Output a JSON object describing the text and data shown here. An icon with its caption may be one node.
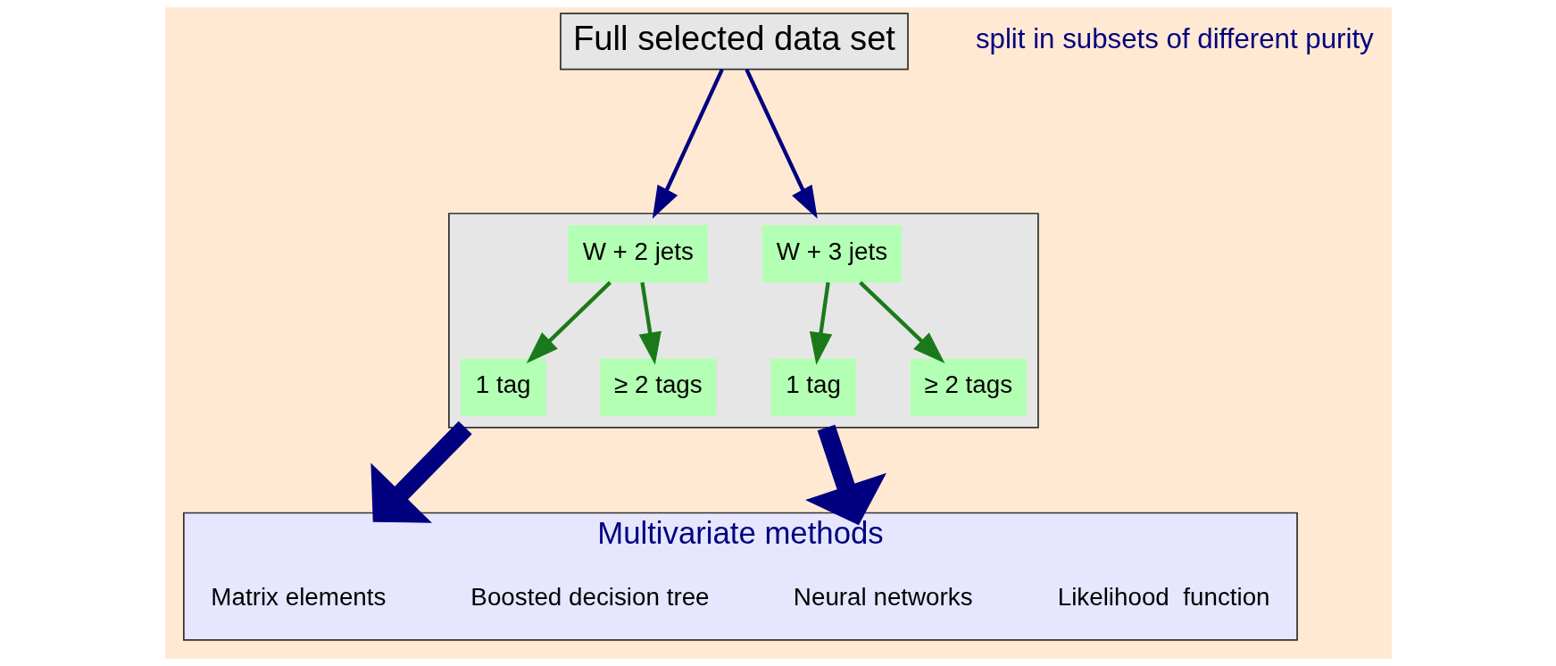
{
  "diagram": {
    "nodes": [
      {
        "text": [
          "Full selected data set"
        ]
      },
      {
        "text": [],
        "shape": "box"
      },
      {
        "text": [
          "W + 2 jets"
        ],
        "in": 1
      },
      {
        "text": [
          "1 tag"
        ],
        "in": 1
      },
      {
        "text": [
          "≥ 2 tags"
        ],
        "in": 1
      },
      {
        "text": [
          "W + 3 jets"
        ],
        "in": 1
      },
      {
        "text": [
          "1 tag"
        ],
        "in": 1
      },
      {
        "text": [
          "≥ 2 tags"
        ],
        "in": 1
      },
      {
        "text": [
          "Multivariate methods"
        ]
      }
    ],
    "edges": [
      {
        "from": 0,
        "to": 1,
        "arrow": "to",
        "color": "#000080"
      },
      {
        "from": 0,
        "to": 1,
        "arrow": "to",
        "color": "#000080"
      },
      {
        "from": 2,
        "to": 3,
        "arrow": "to",
        "color": "#1a7a1a"
      },
      {
        "from": 2,
        "to": 4,
        "arrow": "to",
        "color": "#1a7a1a"
      },
      {
        "from": 5,
        "to": 6,
        "arrow": "to",
        "color": "#1a7a1a"
      },
      {
        "from": 5,
        "to": 7,
        "arrow": "to",
        "color": "#1a7a1a"
      },
      {
        "from": 1,
        "to": 8,
        "arrow": "to",
        "style": "thick",
        "color": "#000080"
      },
      {
        "from": 1,
        "to": 8,
        "arrow": "to",
        "style": "thick",
        "color": "#000080"
      }
    ],
    "labels": [
      "split in subsets of different purity",
      "Matrix elements",
      "Boosted decision tree",
      "Neural networks",
      "Likelihood  function"
    ]
  }
}
